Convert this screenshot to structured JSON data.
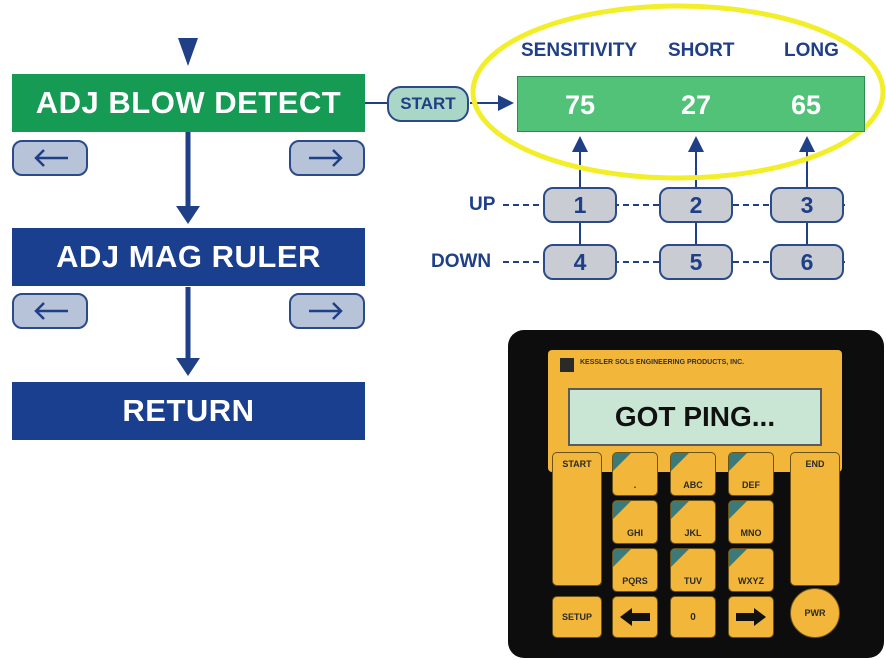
{
  "menu": {
    "blow_detect_label": "ADJ BLOW DETECT",
    "mag_ruler_label": "ADJ MAG RULER",
    "return_label": "RETURN"
  },
  "start_label": "START",
  "display": {
    "headers": [
      "SENSITIVITY",
      "SHORT",
      "LONG"
    ],
    "values": [
      "75",
      "27",
      "65"
    ]
  },
  "keys": {
    "up_label": "UP",
    "down_label": "DOWN",
    "up_keys": [
      "1",
      "2",
      "3"
    ],
    "down_keys": [
      "4",
      "5",
      "6"
    ]
  },
  "device": {
    "brand_text": "KESSLER SOLS ENGINEERING PRODUCTS, INC.",
    "screen_text": "GOT PING...",
    "start_key": "START",
    "end_key": "END",
    "setup_key": "SETUP",
    "pwr_key": "PWR",
    "zero_key": "0",
    "grid_labels": [
      ".",
      "ABC",
      "DEF",
      "GHI",
      "JKL",
      "MNO",
      "PQRS",
      "TUV",
      "WXYZ"
    ]
  },
  "colors": {
    "green": "#159b54",
    "navy": "#1b3f8f",
    "highlight": "#f2ee2a"
  }
}
